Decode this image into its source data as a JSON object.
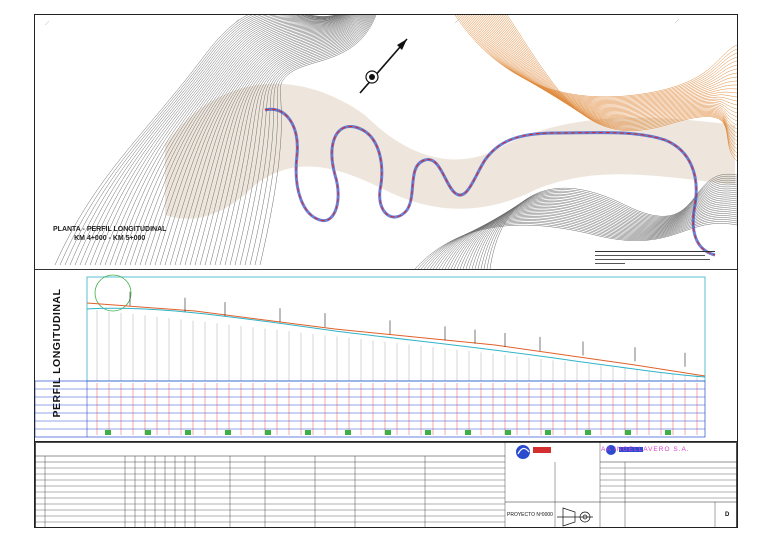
{
  "plan_title_line1": "PLANTA - PERFIL LONGITUDINAL",
  "plan_title_line2": "KM 4+000 - KM 5+000",
  "profile_side_title": "PERFIL LONGITUDINAL",
  "brand_name": "AA   INGELLAVERO  S.A.",
  "project_number": "PROYECTO Nº0000",
  "sheet_number": "D",
  "colors": {
    "contour_dark": "#6d6d6d",
    "contour_orange": "#e08a3c",
    "road_red": "#d8242a",
    "road_blue": "#3b57c7",
    "grade_line": "#e0602a",
    "ground_line": "#2fb3c8",
    "band_blue": "#2a4bd0",
    "band_red": "#d42e2e",
    "accent_green": "#3cb043",
    "brand_magenta": "#d640d0"
  }
}
